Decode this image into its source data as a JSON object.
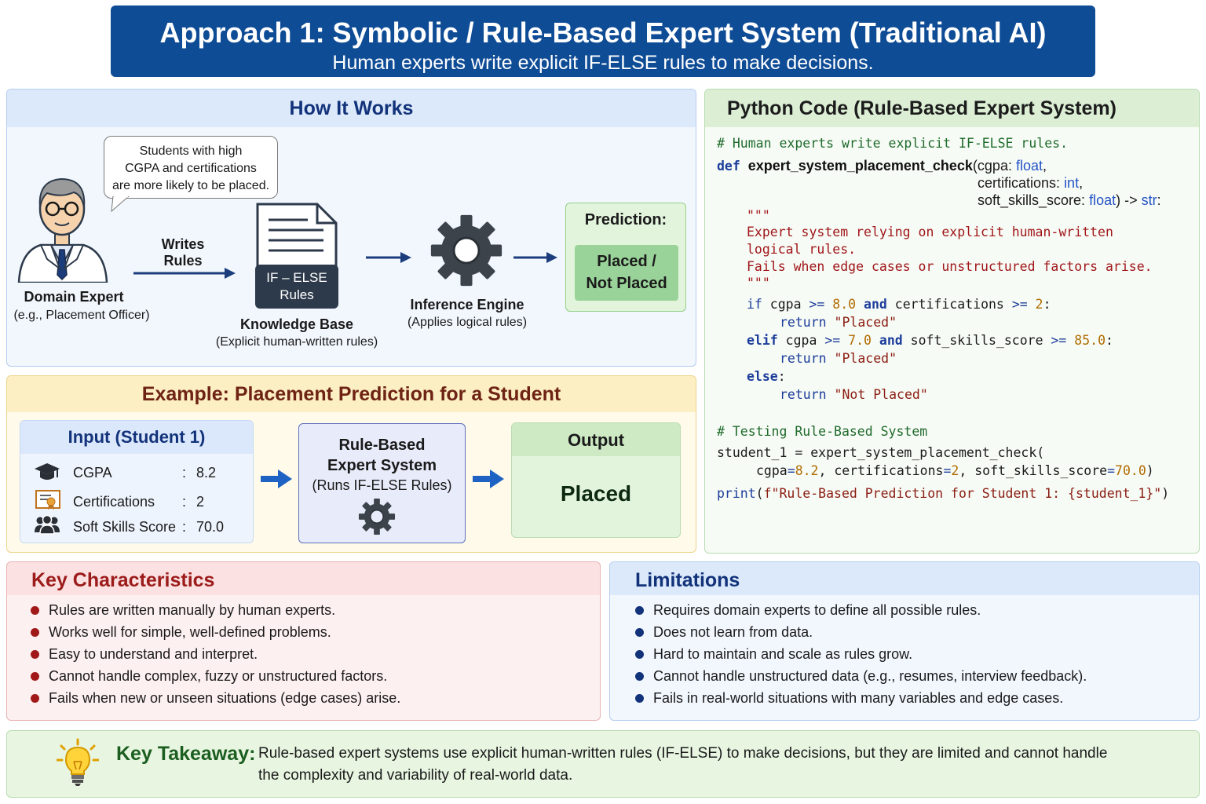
{
  "title": {
    "main": "Approach 1: Symbolic / Rule-Based Expert System (Traditional AI)",
    "subtitle": "Human experts write explicit IF-ELSE rules to make decisions."
  },
  "how_it_works": {
    "heading": "How It Works",
    "speech_bubble": [
      "Students with high",
      "CGPA and certifications",
      "are more likely to be placed."
    ],
    "expert_label": "Domain Expert",
    "expert_sub": "(e.g., Placement Officer)",
    "arrow_label": [
      "Writes",
      "Rules"
    ],
    "kb_doc_label": [
      "IF – ELSE",
      "Rules"
    ],
    "kb_label": "Knowledge Base",
    "kb_sub": "(Explicit human-written rules)",
    "engine_label": "Inference Engine",
    "engine_sub": "(Applies logical rules)",
    "prediction_title": "Prediction:",
    "prediction_value": [
      "Placed /",
      "Not Placed"
    ]
  },
  "python_code": {
    "heading": "Python Code (Rule-Based Expert System)",
    "comment_1": "# Human experts write explicit IF-ELSE rules.",
    "def_kw": "def",
    "fn_name": "expert_system_placement_check",
    "param_1": "cgpa",
    "type_float": "float",
    "param_2": "certifications",
    "type_int": "int",
    "param_3": "soft_skills_score",
    "return_type": "str",
    "docstring_quote": "\"\"\"",
    "doc_1": "Expert system relying on explicit human-written",
    "doc_2": "logical rules.",
    "doc_3": "Fails when edge cases or unstructured factors arise.",
    "kw_if": "if",
    "kw_elif": "elif",
    "kw_else": "else",
    "kw_and": "and",
    "kw_return": "return",
    "num_80": "8.0",
    "num_2": "2",
    "num_70": "7.0",
    "num_850": "85.0",
    "str_placed": "\"Placed\"",
    "str_not_placed": "\"Not Placed\"",
    "comment_2": "# Testing Rule-Based System",
    "call_line": "student_1 = expert_system_placement_check(",
    "arg_cgpa": "cgpa",
    "arg_cgpa_val": "8.2",
    "arg_cert": "certifications",
    "arg_cert_val": "2",
    "arg_soft": "soft_skills_score",
    "arg_soft_val": "70.0",
    "print_kw": "print",
    "print_str": "f\"Rule-Based Prediction for Student 1: {student_1}\""
  },
  "example": {
    "heading": "Example: Placement Prediction for a Student",
    "input_heading": "Input (Student 1)",
    "inputs": [
      {
        "icon": "graduation-cap-icon",
        "label": "CGPA",
        "value": "8.2"
      },
      {
        "icon": "certificate-icon",
        "label": "Certifications",
        "value": "2"
      },
      {
        "icon": "people-icon",
        "label": "Soft Skills Score",
        "value": "70.0"
      }
    ],
    "separator": ":",
    "system_title": [
      "Rule-Based",
      "Expert System"
    ],
    "system_sub": "(Runs IF-ELSE Rules)",
    "output_heading": "Output",
    "output_value": "Placed"
  },
  "key_characteristics": {
    "heading": "Key Characteristics",
    "items": [
      "Rules are written manually by human experts.",
      "Works well for simple, well-defined problems.",
      "Easy to understand and interpret.",
      "Cannot handle complex, fuzzy or unstructured factors.",
      "Fails when new or unseen situations (edge cases) arise."
    ]
  },
  "limitations": {
    "heading": "Limitations",
    "items": [
      "Requires domain experts to define all possible rules.",
      "Does not learn from data.",
      "Hard to maintain and scale as rules grow.",
      "Cannot handle unstructured data (e.g., resumes, interview feedback).",
      "Fails in real-world situations with many variables and edge cases."
    ]
  },
  "takeaway": {
    "label": "Key Takeaway:",
    "line_1": "Rule-based expert systems use explicit human-written rules (IF-ELSE) to make decisions, but they are limited and cannot handle",
    "line_2": "the complexity and variability of real-world data."
  },
  "colors": {
    "banner": "#0f4c96",
    "blue_heading": "#12327a",
    "red_heading": "#9c1b1b",
    "brown_heading": "#6e2314",
    "green_fill": "#9ad39a"
  }
}
